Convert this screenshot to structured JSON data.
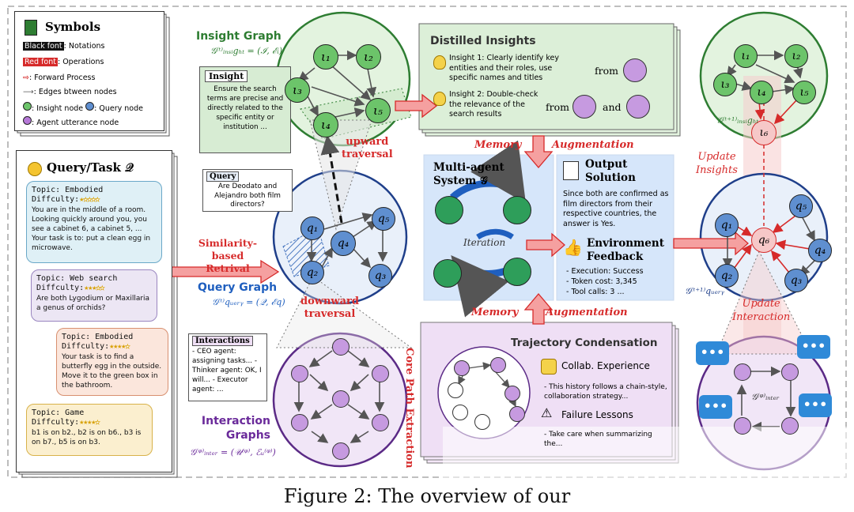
{
  "symbols": {
    "title": "Symbols",
    "black_font_tag": "Black font",
    "black_font_desc": ": Notations",
    "red_font_tag": "Red font",
    "red_font_desc": ": Operations",
    "forward": ": Forward Process",
    "edges": ": Edges btween nodes",
    "insight_node": ": Insight node",
    "query_node": ": Query node",
    "agent_node": ": Agent utterance node"
  },
  "query_task": {
    "title": "Query/Task 𝒬",
    "tasks": [
      {
        "topic": "Topic: Embodied",
        "difficulty_label": "Diffculty:",
        "stars": 1,
        "text": "You are in the middle of a room. Looking quickly around you, you see a cabinet 6, a cabinet 5, ... Your task is to: put a clean egg in microwave."
      },
      {
        "topic": "Topic: Web search",
        "difficulty_label": "Diffculty:",
        "stars": 3,
        "text": "Are both Lygodium or Maxillaria a genus of orchids?"
      },
      {
        "topic": "Topic: Embodied",
        "difficulty_label": "Diffculty:",
        "stars": 4,
        "text": "Your task is to find a butterfly egg in the outside. Move it to the green box in the bathroom."
      },
      {
        "topic": "Topic: Game",
        "difficulty_label": "Diffculty:",
        "stars": 4,
        "text": "b1 is on b2., b2 is on b6., b3 is on b7., b5 is on b3."
      }
    ]
  },
  "insight_graph": {
    "title": "Insight Graph",
    "formula": "𝒢⁽ᵗ⁾ᵢₙₛᵢgₕₜ = (ℐ, ℰᵢ)",
    "insight_label": "Insight",
    "insight_text": "Ensure the search terms are precise and directly related to the specific entity or institution ..."
  },
  "query_graph": {
    "title": "Query Graph",
    "formula": "𝒢⁽ᵗ⁾qᵤₑᵣᵧ = (𝒬, ℰq)",
    "query_label": "Query",
    "query_text": "Are Deodato and Alejandro both film directors?"
  },
  "interaction_graphs": {
    "title_line1": "Interaction",
    "title_line2": "Graphs",
    "formula": "𝒢⁽ᵠ⁾ᵢₙₜₑᵣ = (𝒰⁽ᵠ⁾, ℰᵤ⁽ᵠ⁾)",
    "label": "Interactions",
    "text": "- CEO agent: assigning tasks... - Thinker agent: OK, I will... - Executor agent: ..."
  },
  "operations": {
    "similarity_line1": "Similarity-",
    "similarity_line2": "based Retrival",
    "upward_line1": "upward",
    "upward_line2": "traversal",
    "downward_line1": "downward",
    "downward_line2": "traversal",
    "memory": "Memory",
    "augmentation": "Augmentation",
    "core_path": "Core Path Extraction",
    "update_insights_line1": "Update",
    "update_insights_line2": "Insights",
    "update_interaction_line1": "Update",
    "update_interaction_line2": "Interaction"
  },
  "distilled": {
    "title": "Distilled Insights",
    "insight1": "Insight 1: Clearly identify key entities and their roles, use specific names and titles",
    "insight2": "Insight 2: Double-check the relevance of the search results",
    "from": "from",
    "and": "and"
  },
  "mas": {
    "title_line1": "Multi-agent",
    "title_line2": "System 𝒢",
    "iteration": "Iteration"
  },
  "output": {
    "title_line1": "Output",
    "title_line2": "Solution",
    "text": "Since both are confirmed as film directors from their respective countries, the answer is Yes.",
    "env_line1": "Environment",
    "env_line2": "Feedback",
    "execution": "- Execution: Success",
    "token": "- Token cost: 3,345",
    "tools": "- Tool calls: 3 ..."
  },
  "trajectory": {
    "title": "Trajectory Condensation",
    "collab": "Collab. Experience",
    "collab_text": "- This history follows a chain-style,  collaboration strategy...",
    "failure": "Failure Lessons",
    "failure_text": "- Take care when summarizing the..."
  },
  "right_graphs": {
    "insight_formula": "𝒢⁽ᵗ⁺¹⁾ᵢₙₛᵢgₕₜ",
    "query_formula": "𝒢⁽ᵗ⁺¹⁾qᵤₑᵣᵧ",
    "inter_formula": "𝒢⁽ᵠ⁾ᵢₙₜₑᵣ"
  },
  "nodes": {
    "i1": "ι₁",
    "i2": "ι₂",
    "i3": "ι₃",
    "i4": "ι₄",
    "i5": "ι₅",
    "i6": "ι₆",
    "q1": "q₁",
    "q2": "q₂",
    "q3": "q₃",
    "q4": "q₄",
    "q5": "q₅",
    "q6": "q₆"
  },
  "caption": "Figure 2: The overview of our",
  "colors": {
    "insight_green": "#6cc46a",
    "query_blue": "#5f8fd0",
    "agent_purple": "#b678d8",
    "operation_red": "#d62a2a",
    "arrow_fill": "#f5a0a0"
  }
}
